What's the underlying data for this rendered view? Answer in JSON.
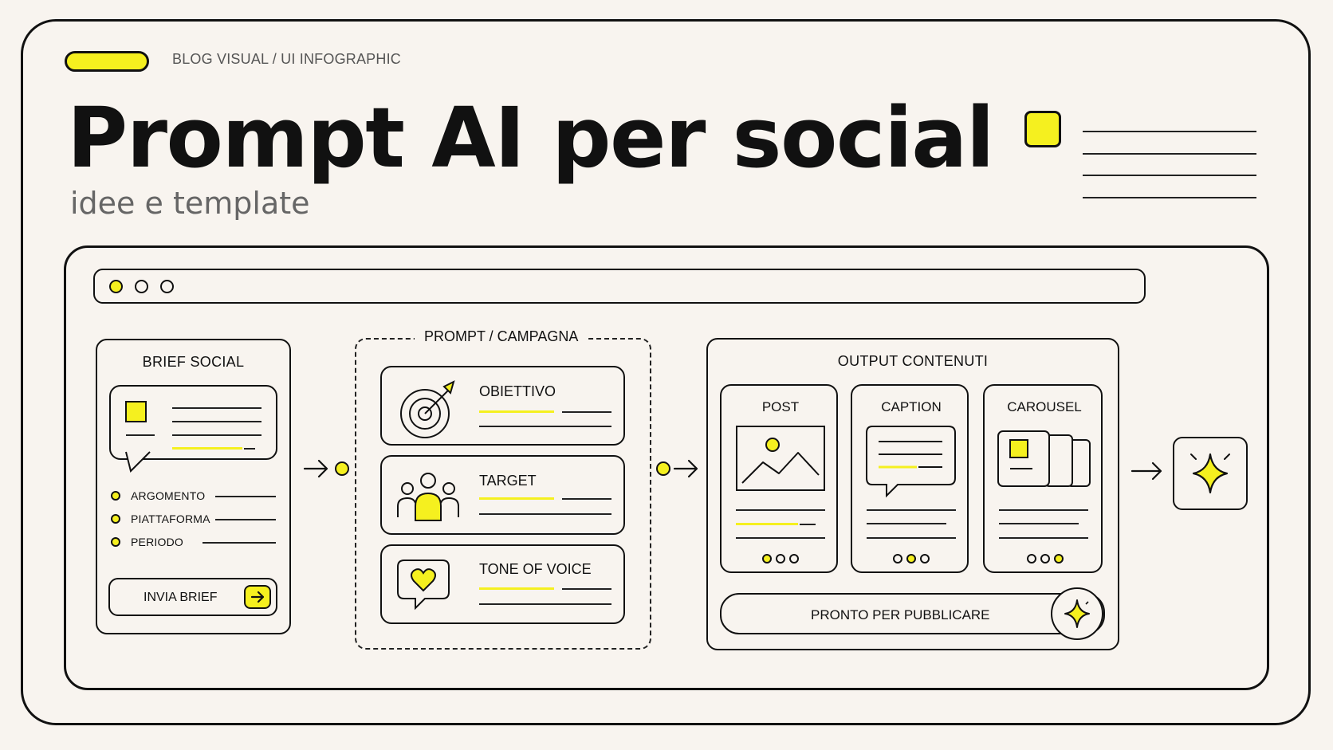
{
  "header": {
    "eyebrow": "BLOG VISUAL / UI INFOGRAPHIC",
    "title": "Prompt AI per social",
    "subtitle": "idee e template"
  },
  "colors": {
    "accent": "#f5f01f",
    "ink": "#111111",
    "background": "#f8f4ef"
  },
  "brief": {
    "title": "BRIEF SOCIAL",
    "fields": [
      "ARGOMENTO",
      "PIATTAFORMA",
      "PERIODO"
    ],
    "button_label": "INVIA BRIEF",
    "button_icon": "arrow-right-icon"
  },
  "prompt": {
    "title": "PROMPT / CAMPAGNA",
    "cards": [
      {
        "label": "OBIETTIVO",
        "icon": "target-arrow-icon"
      },
      {
        "label": "TARGET",
        "icon": "people-icon"
      },
      {
        "label": "TONE OF VOICE",
        "icon": "heart-bubble-icon"
      }
    ]
  },
  "output": {
    "title": "OUTPUT CONTENUTI",
    "cards": [
      {
        "label": "POST",
        "icon": "image-icon",
        "active_dot": 0
      },
      {
        "label": "CAPTION",
        "icon": "speech-bubble-icon",
        "active_dot": 1
      },
      {
        "label": "CAROUSEL",
        "icon": "stacked-cards-icon",
        "active_dot": 2
      }
    ],
    "ready_label": "PRONTO PER PUBBLICARE",
    "ready_icon": "sparkle-icon"
  },
  "final_icon": "sparkle-icon"
}
